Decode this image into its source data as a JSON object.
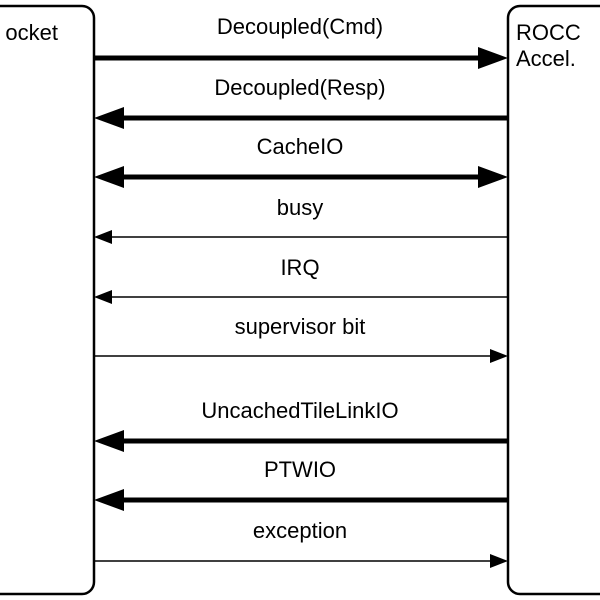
{
  "blocks": {
    "left": {
      "label": "ocket"
    },
    "right": {
      "line1": "ROCC",
      "line2": "Accel."
    }
  },
  "signals": [
    {
      "label": "Decoupled(Cmd)",
      "direction": "right",
      "weight": "thick"
    },
    {
      "label": "Decoupled(Resp)",
      "direction": "left",
      "weight": "thick"
    },
    {
      "label": "CacheIO",
      "direction": "both",
      "weight": "thick"
    },
    {
      "label": "busy",
      "direction": "left",
      "weight": "thin"
    },
    {
      "label": "IRQ",
      "direction": "left",
      "weight": "thin"
    },
    {
      "label": "supervisor bit",
      "direction": "right",
      "weight": "thin"
    },
    {
      "label": "UncachedTileLinkIO",
      "direction": "left",
      "weight": "thick"
    },
    {
      "label": "PTWIO",
      "direction": "left",
      "weight": "thick"
    },
    {
      "label": "exception",
      "direction": "right",
      "weight": "thin"
    }
  ],
  "colors": {
    "stroke": "#000000",
    "background": "#ffffff"
  }
}
